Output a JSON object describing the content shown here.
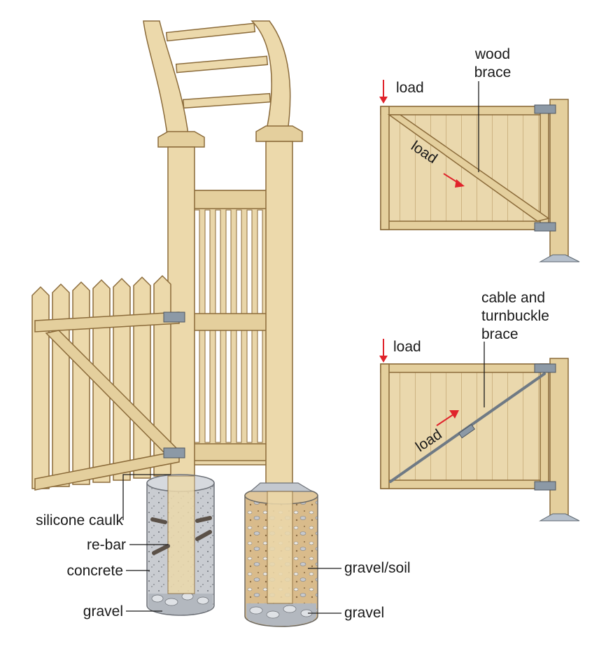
{
  "labels": {
    "silicone_caulk": "silicone caulk",
    "re_bar": "re-bar",
    "concrete": "concrete",
    "gravel_left": "gravel",
    "gravel_soil": "gravel/soil",
    "gravel_right": "gravel",
    "wood_brace_line1": "wood",
    "wood_brace_line2": "brace",
    "load_top": "load",
    "load_top_diag": "load",
    "cable_line1": "cable and",
    "cable_line2": "turnbuckle",
    "cable_line3": "brace",
    "load_bottom": "load",
    "load_bottom_diag": "load"
  },
  "colors": {
    "wood": "#e9d6a9",
    "wood_dark": "#c9ad78",
    "wood_outline": "#8b6b3a",
    "concrete": "#c9ccd1",
    "soil": "#d7b98a",
    "gravel": "#a9adb3",
    "arrow": "#e0232b",
    "hinge": "#8c99a6",
    "footing": "#b6c0cc"
  }
}
